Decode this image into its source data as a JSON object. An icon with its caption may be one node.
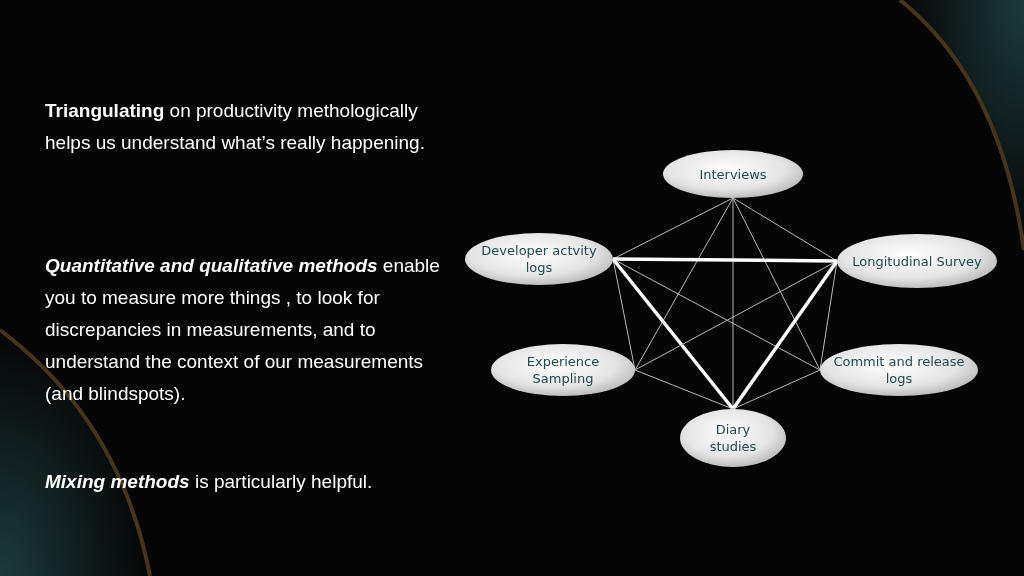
{
  "diagram": {
    "nodes": [
      {
        "text": [
          "Interviews"
        ]
      },
      {
        "text": [
          "Developer actvity logs"
        ]
      },
      {
        "text": [
          "Longitudinal Survey"
        ]
      },
      {
        "text": [
          "Experience Sampling"
        ]
      },
      {
        "text": [
          "Commit and release logs"
        ]
      },
      {
        "text": [
          "Diary studies"
        ]
      }
    ],
    "edges": [
      {
        "from": 0,
        "to": 1,
        "arrow": "none"
      },
      {
        "from": 0,
        "to": 2,
        "arrow": "none"
      },
      {
        "from": 0,
        "to": 3,
        "arrow": "none"
      },
      {
        "from": 0,
        "to": 4,
        "arrow": "none"
      },
      {
        "from": 0,
        "to": 5,
        "arrow": "none"
      },
      {
        "from": 1,
        "to": 2,
        "arrow": "none",
        "style": "thick"
      },
      {
        "from": 1,
        "to": 3,
        "arrow": "none"
      },
      {
        "from": 1,
        "to": 4,
        "arrow": "none"
      },
      {
        "from": 1,
        "to": 5,
        "arrow": "none",
        "style": "thick"
      },
      {
        "from": 2,
        "to": 3,
        "arrow": "none"
      },
      {
        "from": 2,
        "to": 4,
        "arrow": "none"
      },
      {
        "from": 2,
        "to": 5,
        "arrow": "none",
        "style": "thick"
      },
      {
        "from": 3,
        "to": 5,
        "arrow": "none"
      },
      {
        "from": 4,
        "to": 5,
        "arrow": "none"
      }
    ],
    "labels": [
      "**Triangulating** on productivity methologically  helps us understand what’s really happening.",
      "*Quantitative and qualitative methods* enable you to measure more things , to look for discrepancies in measurements, and to understand the context of our measurements (and blindspots).",
      "*Mixing methods* is particularly helpful."
    ]
  }
}
